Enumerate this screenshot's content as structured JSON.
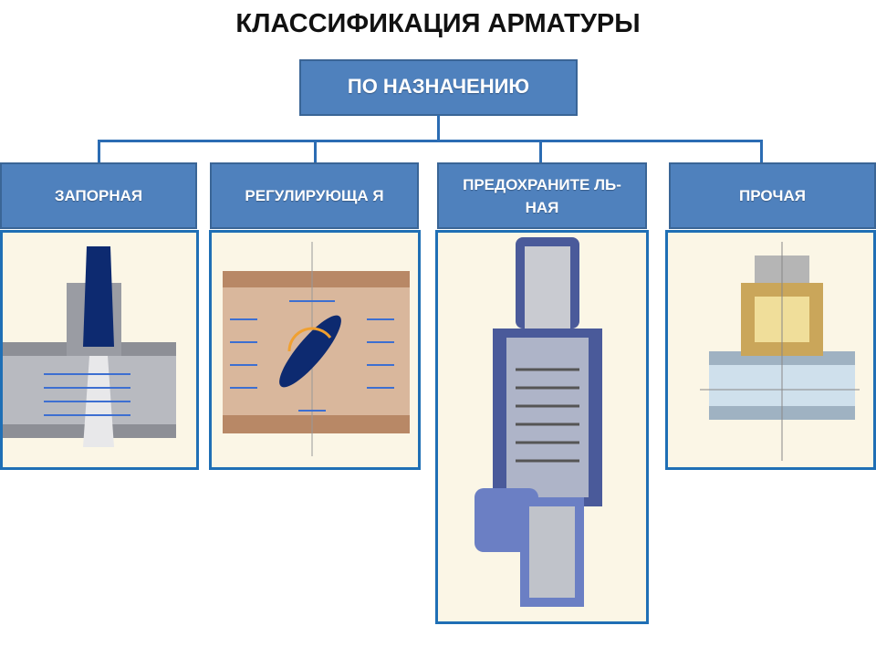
{
  "title": "КЛАССИФИКАЦИЯ АРМАТУРЫ",
  "root": {
    "label": "ПО НАЗНАЧЕНИЮ"
  },
  "categories": [
    {
      "label": "ЗАПОРНАЯ",
      "icon": "gate-valve-illustration"
    },
    {
      "label": "РЕГУЛИРУЮЩА Я",
      "icon": "butterfly-valve-illustration"
    },
    {
      "label": "ПРЕДОХРАНИТЕ ЛЬ-НАЯ",
      "icon": "safety-valve-illustration"
    },
    {
      "label": "ПРОЧАЯ",
      "icon": "steam-trap-illustration"
    }
  ],
  "colors": {
    "box": "#4f81bd",
    "line": "#2b6cb3",
    "panel_bg": "#fbf6e6"
  }
}
